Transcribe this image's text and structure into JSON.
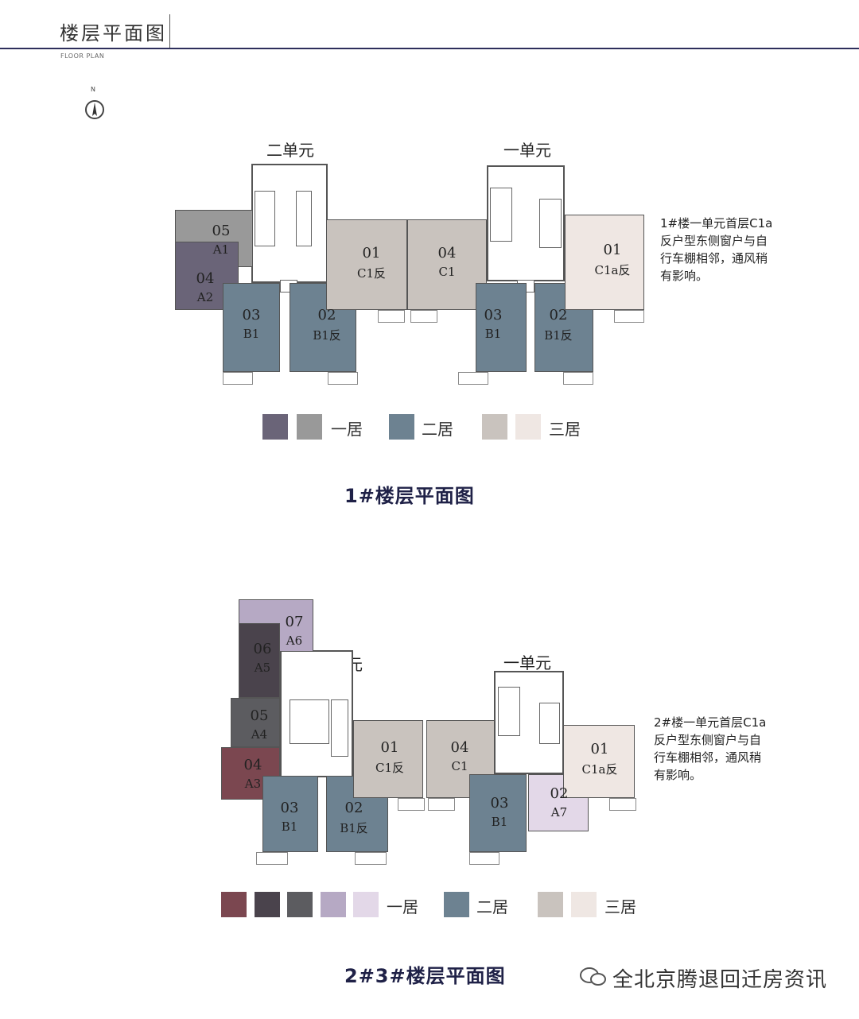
{
  "header": {
    "title": "楼层平面图",
    "subtitle": "FLOOR PLAN",
    "compass_label": "N"
  },
  "colors": {
    "one_bed": [
      "#6a6478",
      "#999999",
      "#7b4750",
      "#4a434c",
      "#5c5c60",
      "#b6a9c4",
      "#e3d8e8"
    ],
    "two_bed": "#6d8291",
    "three_bed": [
      "#c9c3be",
      "#efe7e3"
    ],
    "title": "#1f2147",
    "line": "#2e2f5c"
  },
  "building1": {
    "unit2_label": "二单元",
    "unit1_label": "一单元",
    "note": [
      "1#楼一单元首层C1a",
      "反户型东侧窗户与自",
      "行车棚相邻，通风稍",
      "有影响。"
    ],
    "apartments": {
      "u2_05": {
        "num": "05",
        "type": "A1"
      },
      "u2_04": {
        "num": "04",
        "type": "A2"
      },
      "u2_03": {
        "num": "03",
        "type": "B1"
      },
      "u2_02": {
        "num": "02",
        "type": "B1反"
      },
      "u2_01": {
        "num": "01",
        "type": "C1反"
      },
      "u1_04": {
        "num": "04",
        "type": "C1"
      },
      "u1_03": {
        "num": "03",
        "type": "B1"
      },
      "u1_02": {
        "num": "02",
        "type": "B1反"
      },
      "u1_01": {
        "num": "01",
        "type": "C1a反"
      }
    },
    "legend": {
      "one_bed": "一居",
      "two_bed": "二居",
      "three_bed": "三居"
    },
    "title": "1#楼层平面图"
  },
  "building23": {
    "unit2_label": "二单元",
    "unit1_label": "一单元",
    "note": [
      "2#楼一单元首层C1a",
      "反户型东侧窗户与自",
      "行车棚相邻，通风稍",
      "有影响。"
    ],
    "apartments": {
      "u2_07": {
        "num": "07",
        "type": "A6"
      },
      "u2_06": {
        "num": "06",
        "type": "A5"
      },
      "u2_05": {
        "num": "05",
        "type": "A4"
      },
      "u2_04": {
        "num": "04",
        "type": "A3"
      },
      "u2_03": {
        "num": "03",
        "type": "B1"
      },
      "u2_02": {
        "num": "02",
        "type": "B1反"
      },
      "u2_01": {
        "num": "01",
        "type": "C1反"
      },
      "u1_04": {
        "num": "04",
        "type": "C1"
      },
      "u1_03": {
        "num": "03",
        "type": "B1"
      },
      "u1_02": {
        "num": "02",
        "type": "A7"
      },
      "u1_01": {
        "num": "01",
        "type": "C1a反"
      }
    },
    "legend": {
      "one_bed": "一居",
      "two_bed": "二居",
      "three_bed": "三居"
    },
    "title": "2#3#楼层平面图"
  },
  "watermark": "全北京腾退回迁房资讯"
}
